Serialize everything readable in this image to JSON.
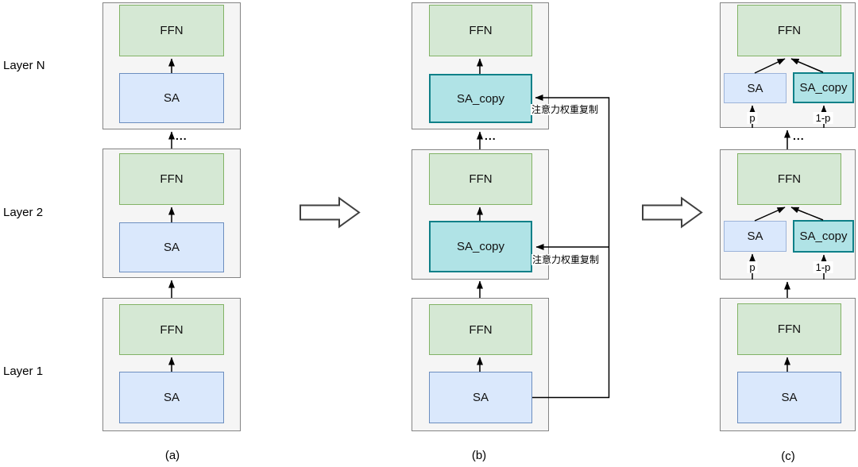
{
  "diagram": {
    "row_labels": {
      "layer_n": "Layer N",
      "layer_2": "Layer 2",
      "layer_1": "Layer 1"
    },
    "captions": {
      "a": "(a)",
      "b": "(b)",
      "c": "(c)"
    },
    "blocks": {
      "ffn": "FFN",
      "sa": "SA",
      "sa_copy": "SA_copy"
    },
    "annotations": {
      "attention_copy": "注意力权重复制",
      "ellipsis": "...",
      "p": "p",
      "one_minus_p": "1-p"
    }
  },
  "colors": {
    "green_fill": "#d5e8d4",
    "green_stroke": "#82b366",
    "blue_fill": "#dae8fc",
    "blue_stroke": "#6c8ebf",
    "blue_stroke_light": "#9cb3d9",
    "teal_fill": "#b0e3e6",
    "teal_stroke": "#0e8088",
    "panel_fill": "#f5f5f5",
    "panel_stroke": "#848484",
    "line": "#000000",
    "bg": "#ffffff"
  }
}
